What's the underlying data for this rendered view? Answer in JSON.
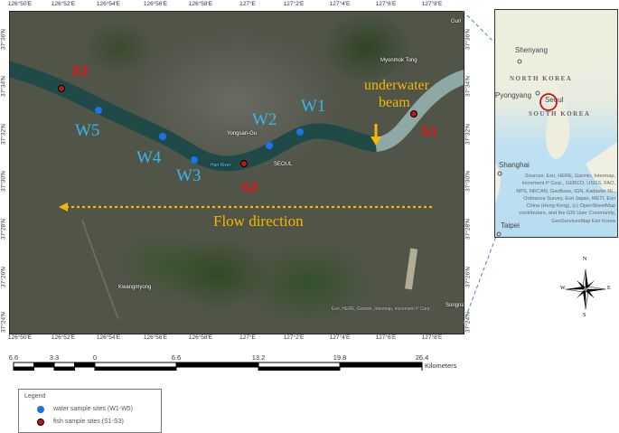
{
  "map": {
    "lon_ticks": [
      "126°50'E",
      "126°52'E",
      "126°54'E",
      "126°56'E",
      "126°58'E",
      "127°E",
      "127°2'E",
      "127°4'E",
      "127°6'E",
      "127°8'E"
    ],
    "lat_ticks": [
      "37°36'N",
      "37°34'N",
      "37°32'N",
      "37°30'N",
      "37°28'N",
      "37°26'N",
      "37°24'N"
    ],
    "places": {
      "myonmok": "Myonmok Tong",
      "guri": "Guri",
      "yongsan": "Yongsan-Gu",
      "seoul": "SEOUL",
      "han_river": "Han River",
      "kwangmyong": "Kwangmyong",
      "songnae": "Songna"
    },
    "attribution": "Esri, HERE, Garmin, Intermap, increment P Corp.",
    "water_sites": [
      "W1",
      "W2",
      "W3",
      "W4",
      "W5"
    ],
    "fish_sites": [
      "S1",
      "S2",
      "S3"
    ],
    "underwater_beam_line1": "underwater",
    "underwater_beam_line2": "beam",
    "flow_direction": "Flow direction",
    "colors": {
      "water_site": "#1a73e8",
      "fish_site": "#c0141a",
      "water_label": "#35b6f0",
      "fish_label": "#e0161c",
      "annotation": "#f5b800",
      "river": "#1f4a47"
    }
  },
  "inset": {
    "shenyang": "Shenyang",
    "north_korea": "NORTH KOREA",
    "pyongyang": "Pyongyang",
    "seoul": "Seoul",
    "south_korea": "SOUTH KOREA",
    "shanghai": "Shanghai",
    "taipei": "Taipei",
    "credits": [
      "Sources: Esri, HERE, Garmin, Intermap,",
      "increment P Corp., GEBCO, USGS, FAO,",
      "NPS, NRCAN, GeoBase, IGN, Kadaster NL,",
      "Ordnance Survey, Esri Japan, METI, Esri",
      "China (Hong Kong), (c) OpenStreetMap",
      "contributors, and the GIS User Community,",
      "GeoServicesMap Esri Korea"
    ]
  },
  "compass": {
    "n": "N",
    "e": "E",
    "s": "S",
    "w": "W"
  },
  "scale_bar": {
    "labels": [
      "6.6",
      "3.3",
      "0",
      "6.6",
      "13.2",
      "19.8",
      "26.4"
    ],
    "unit": "Kilometers"
  },
  "legend": {
    "title": "Legend",
    "items": [
      {
        "label": "water sample sites (W1-W5)",
        "color": "#1a73e8"
      },
      {
        "label": "fish sample sites (S1-S3)",
        "color": "#c0141a"
      }
    ]
  }
}
